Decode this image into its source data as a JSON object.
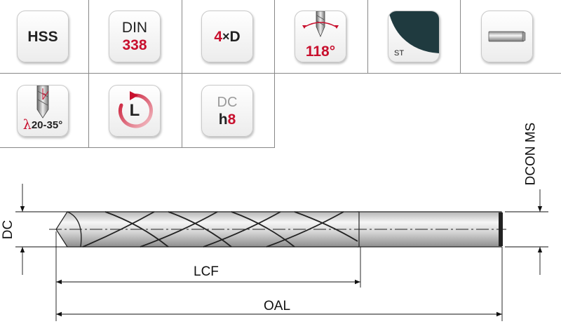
{
  "tiles": {
    "material": {
      "text": "HSS"
    },
    "standard": {
      "line1": "DIN",
      "line2": "338"
    },
    "length_ratio": {
      "num": "4",
      "times": "×",
      "unit": "D"
    },
    "point_angle": {
      "value": "118°"
    },
    "surface": {
      "label": "ST"
    },
    "shank": {},
    "helix_angle": {
      "symbol": "λ",
      "value": "20-35°"
    },
    "rotation": {
      "letter": "L"
    },
    "tolerance": {
      "line1": "DC",
      "line2_letter": "h",
      "line2_num": "8"
    }
  },
  "dimensions": {
    "dc": "DC",
    "dcon": "DCON MS",
    "lcf": "LCF",
    "oal": "OAL"
  },
  "colors": {
    "accent_red": "#c8102e",
    "surface_dark": "#1f3a3f",
    "grey_text": "#9a9a9a"
  }
}
